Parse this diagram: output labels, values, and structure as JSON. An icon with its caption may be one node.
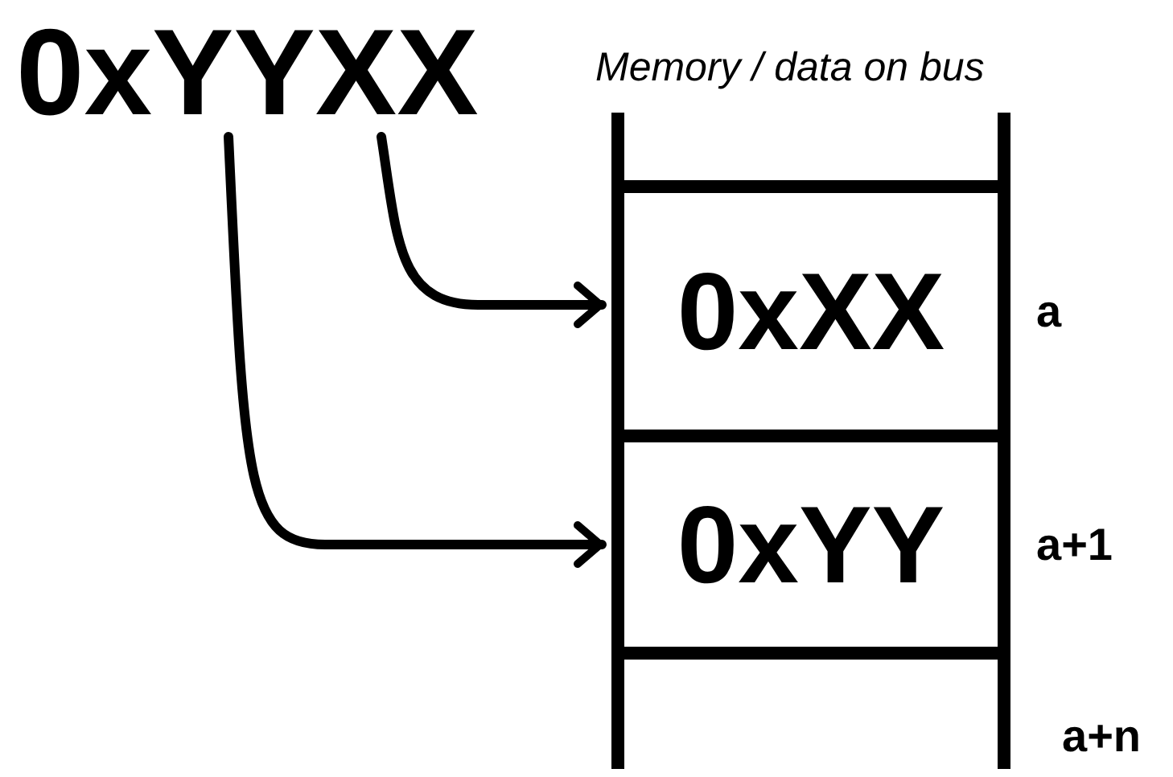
{
  "diagram": {
    "nodes": [
      {
        "text": [
          "0xYYXX"
        ]
      },
      {
        "text": [
          "Memory / data on bus"
        ]
      },
      {
        "text": [
          "0xXX"
        ],
        "in": 1,
        "beside": [
          "a"
        ]
      },
      {
        "text": [
          "0xYY"
        ],
        "in": 1,
        "beside": [
          "a+1"
        ]
      }
    ],
    "edges": [
      {
        "from": 0,
        "to": 2,
        "arrow": "to"
      },
      {
        "from": 0,
        "to": 3,
        "arrow": "to"
      }
    ],
    "labels": [
      "a+n"
    ]
  }
}
